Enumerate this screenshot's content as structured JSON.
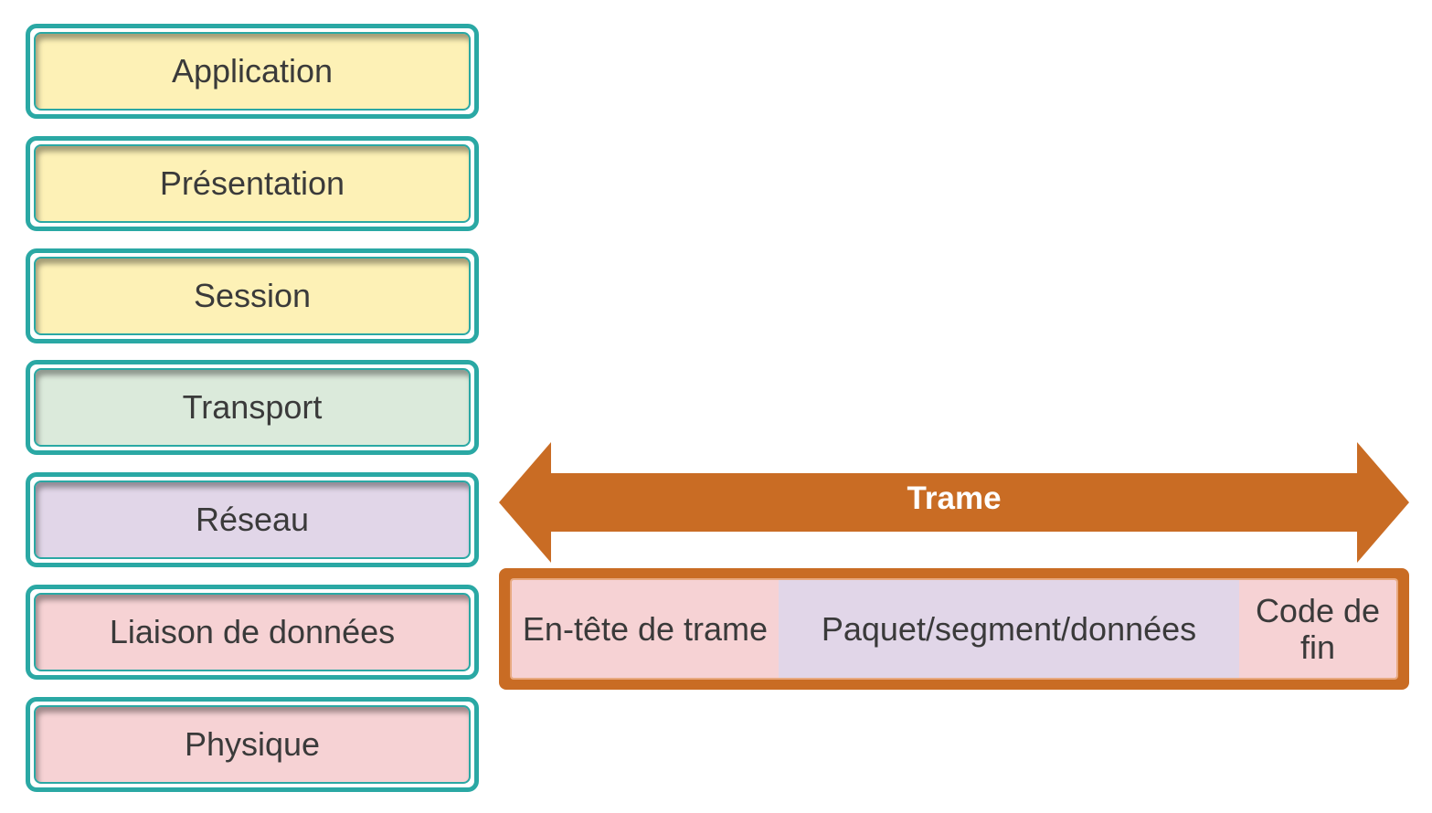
{
  "osi_layers": [
    {
      "label": "Application",
      "color": "#fdf1b6"
    },
    {
      "label": "Présentation",
      "color": "#fdf1b6"
    },
    {
      "label": "Session",
      "color": "#fdf1b6"
    },
    {
      "label": "Transport",
      "color": "#dbeadb"
    },
    {
      "label": "Réseau",
      "color": "#e1d6e8"
    },
    {
      "label": "Liaison de données",
      "color": "#f6d2d4"
    },
    {
      "label": "Physique",
      "color": "#f6d2d4"
    }
  ],
  "trame": {
    "label": "Trame",
    "arrow_color": "#c96c24"
  },
  "frame": {
    "header": "En-tête de trame",
    "payload": "Paquet/segment/données",
    "trailer": "Code de fin"
  },
  "colors": {
    "layer_border": "#2aa8a4",
    "frame_border": "#c96c24"
  }
}
